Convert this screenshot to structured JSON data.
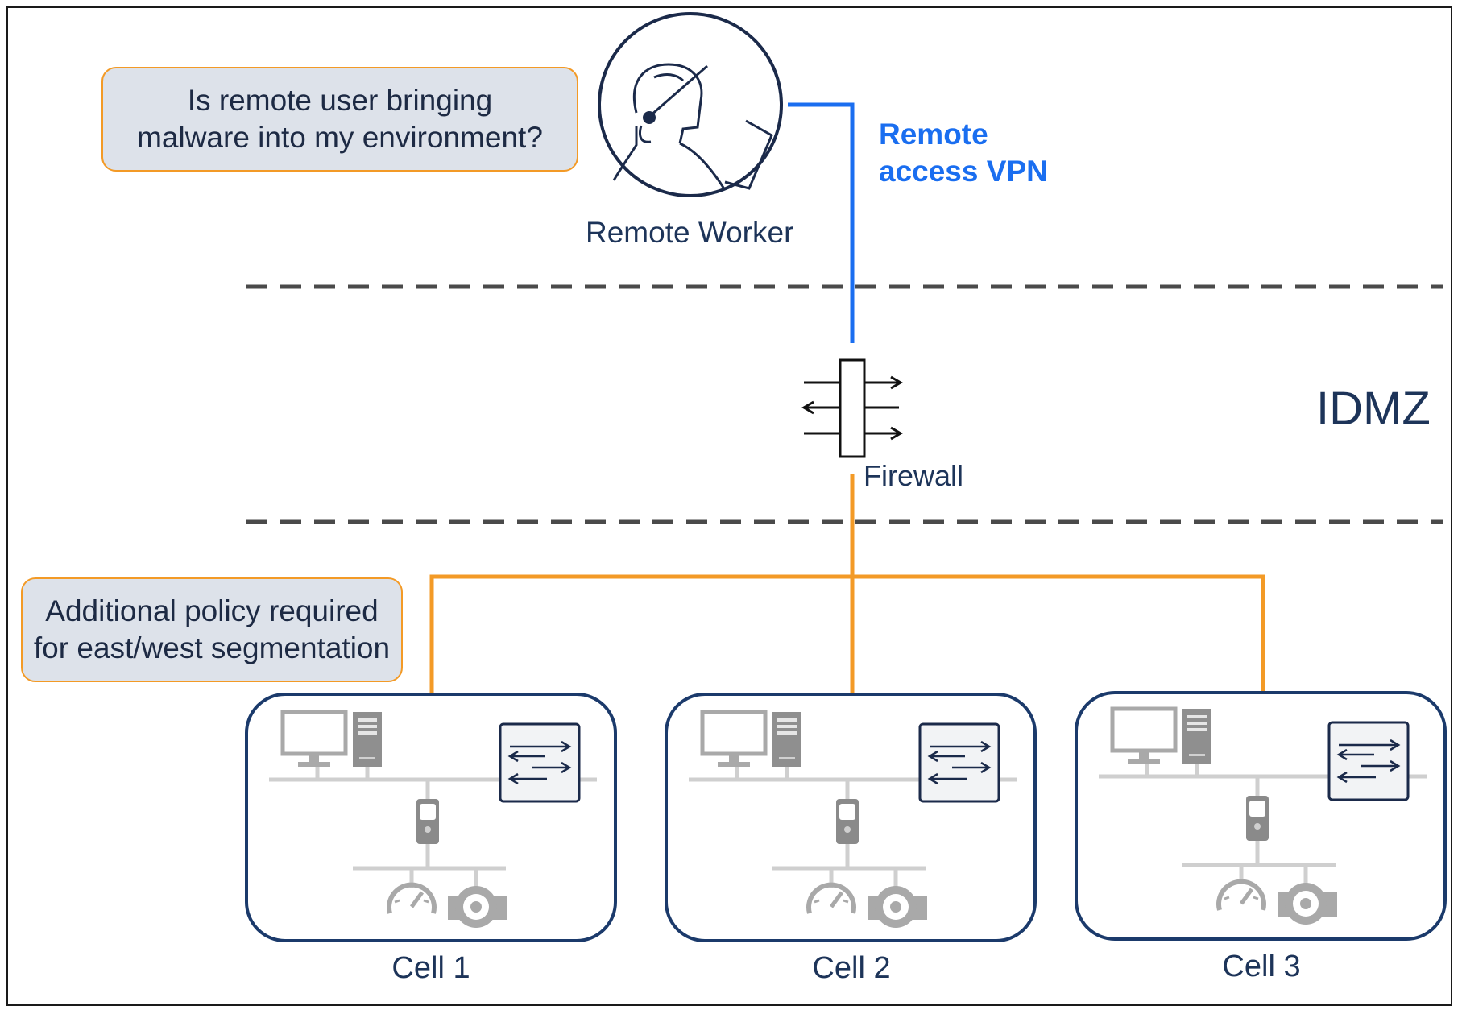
{
  "remote_worker": {
    "label": "Remote Worker",
    "icon": "remote-worker-icon"
  },
  "vpn": {
    "line1": "Remote",
    "line2": "access VPN",
    "color": "#1a6ef0"
  },
  "callouts": {
    "malware": {
      "line1": "Is remote user bringing",
      "line2": "malware into my environment?"
    },
    "policy": {
      "line1": "Additional policy required",
      "line2": "for east/west segmentation"
    }
  },
  "zone": {
    "label": "IDMZ"
  },
  "firewall": {
    "label": "Firewall",
    "icon": "firewall-icon"
  },
  "cells": [
    {
      "label": "Cell 1"
    },
    {
      "label": "Cell 2"
    },
    {
      "label": "Cell 3"
    }
  ],
  "colors": {
    "vpn_link": "#1a6ef0",
    "internal_link": "#f39a26",
    "cell_border": "#1b3a6b",
    "callout_fill": "#dde2ea",
    "callout_border": "#f39a26",
    "device_gray": "#a9a9a9"
  }
}
